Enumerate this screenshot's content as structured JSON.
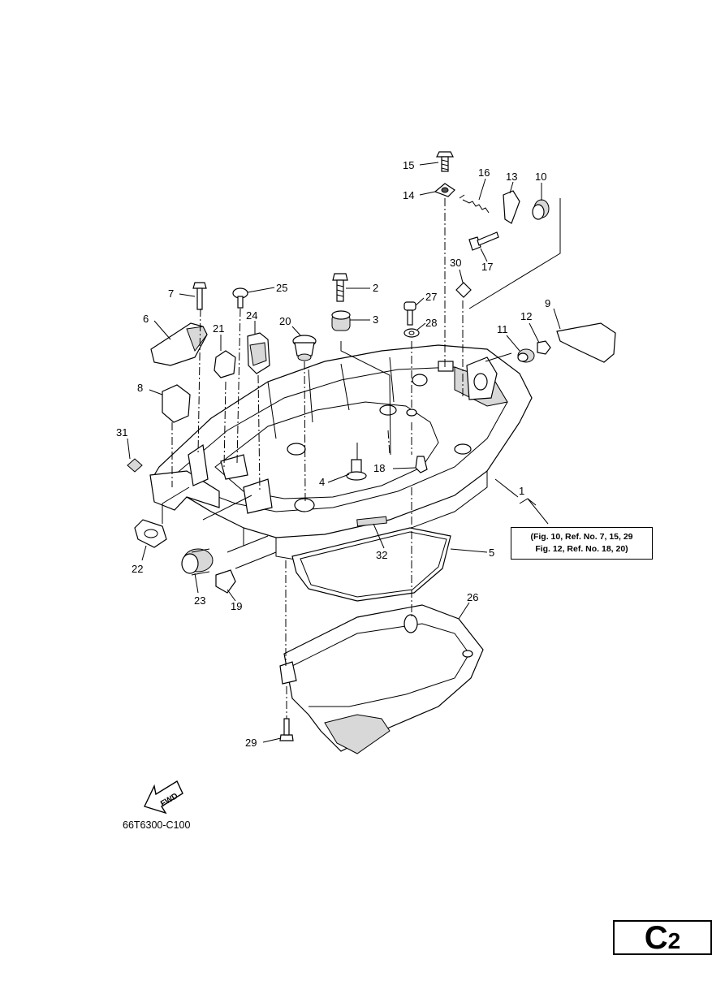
{
  "diagram": {
    "code": "66T6300-C100",
    "fwd_label": "FWD",
    "page_tag": {
      "letter": "C",
      "number": "2"
    },
    "note_lines": [
      "(Fig. 10, Ref. No. 7, 15, 29",
      "Fig. 12, Ref. No. 18, 20)"
    ],
    "callouts": [
      "1",
      "2",
      "3",
      "4",
      "5",
      "6",
      "7",
      "8",
      "9",
      "10",
      "11",
      "12",
      "13",
      "14",
      "15",
      "16",
      "17",
      "18",
      "19",
      "20",
      "21",
      "22",
      "23",
      "24",
      "25",
      "26",
      "27",
      "28",
      "29",
      "30",
      "31",
      "32"
    ]
  }
}
